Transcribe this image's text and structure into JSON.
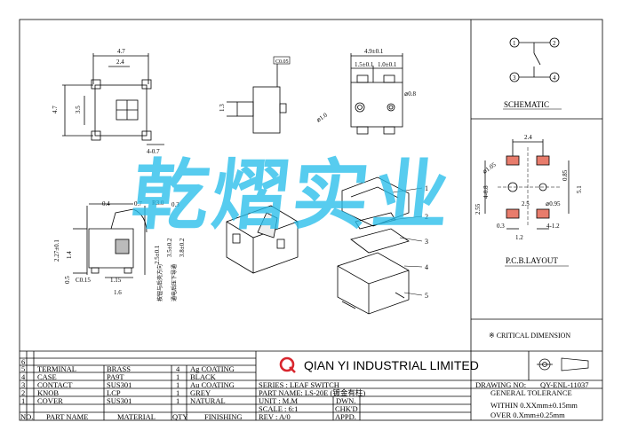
{
  "colors": {
    "line": "#000000",
    "watermark": "#2fbde8",
    "logo_red": "#d8262e",
    "pad_fill": "#e87c6c"
  },
  "dims": {
    "top_w47": "4.7",
    "top_w24": "2.4",
    "top_h47": "4.7",
    "top_h35": "3.5",
    "top_d407": "4-0.7",
    "side_13": "1.3",
    "side_tag": "C0.05",
    "f_49": "4.9±0.1",
    "f_15": "1.5±0.1",
    "f_10": "1.0±0.1",
    "f_d10": "⌀1.0",
    "f_d08": "⌀0.8",
    "s_04": "0.4",
    "s_07": "0.7",
    "s_r30": "R3.0",
    "s_03": "0.3",
    "s_227": "2.27±0.1",
    "s_14": "1.4",
    "s_254": "2.5±0.1",
    "s_35": "3.5±0.2",
    "s_38": "3.8±0.2",
    "s_05": "0.5",
    "s_c015": "C0.15",
    "s_115": "1.15",
    "s_16": "1.6",
    "p_24": "2.4",
    "p_d105": "⌀1.05",
    "p_085": "0.85",
    "p_408": "4-0.8",
    "p_255": "2.55",
    "p_25": "2.5",
    "p_d095": "⌀0.95",
    "p_51": "5.1",
    "p_03": "0.3",
    "p_12": "1.2",
    "p_412": "4-1.2",
    "vtext1": "按钮与后壳方向",
    "vtext2": "通电后压下导通"
  },
  "schematic": {
    "title": "SCHEMATIC",
    "pins": [
      "1",
      "2",
      "3",
      "4"
    ]
  },
  "pcb": {
    "title": "P.C.B.LAYOUT"
  },
  "critical": "※ CRITICAL DIMENSION",
  "balloons": [
    "1",
    "2",
    "3",
    "4",
    "5"
  ],
  "watermark": "乾熠实业",
  "bom": {
    "headers": {
      "no": "NO.",
      "part": "PART NAME",
      "material": "MATERIAL",
      "qty": "QTY",
      "finish": "FINISHING"
    },
    "rows": [
      {
        "no": "6",
        "part": "",
        "material": "",
        "qty": "",
        "finish": ""
      },
      {
        "no": "5",
        "part": "TERMINAL",
        "material": "BRASS",
        "qty": "4",
        "finish": "Ag COATING"
      },
      {
        "no": "4",
        "part": "CASE",
        "material": "PA9T",
        "qty": "1",
        "finish": "BLACK"
      },
      {
        "no": "3",
        "part": "CONTACT",
        "material": "SUS301",
        "qty": "1",
        "finish": "Au COATING"
      },
      {
        "no": "2",
        "part": "KNOB",
        "material": "LCP",
        "qty": "1",
        "finish": "GREY"
      },
      {
        "no": "1",
        "part": "COVER",
        "material": "SUS301",
        "qty": "1",
        "finish": "NATURAL"
      }
    ]
  },
  "title_block": {
    "company": "QIAN YI INDUSTRIAL LIMITED",
    "series": "SERIES : LEAF SWITCH",
    "part_name": "PART NAME: LS-20E (镀金有柱)",
    "unit": "UNIT : M.M",
    "scale": "SCALE : 6:1",
    "rev": "REV  : A/0",
    "dwn": "DWN.",
    "chkd": "CHK'D",
    "appd": "APPD.",
    "drawing_no_label": "DRAWING NO:",
    "drawing_no": "QY-ENL-11037",
    "tol_title": "GENERAL TOLERANCE",
    "tol1": "WITHIN  0.XXmm±0.15mm",
    "tol2": "OVER    0.Xmm±0.25mm"
  }
}
